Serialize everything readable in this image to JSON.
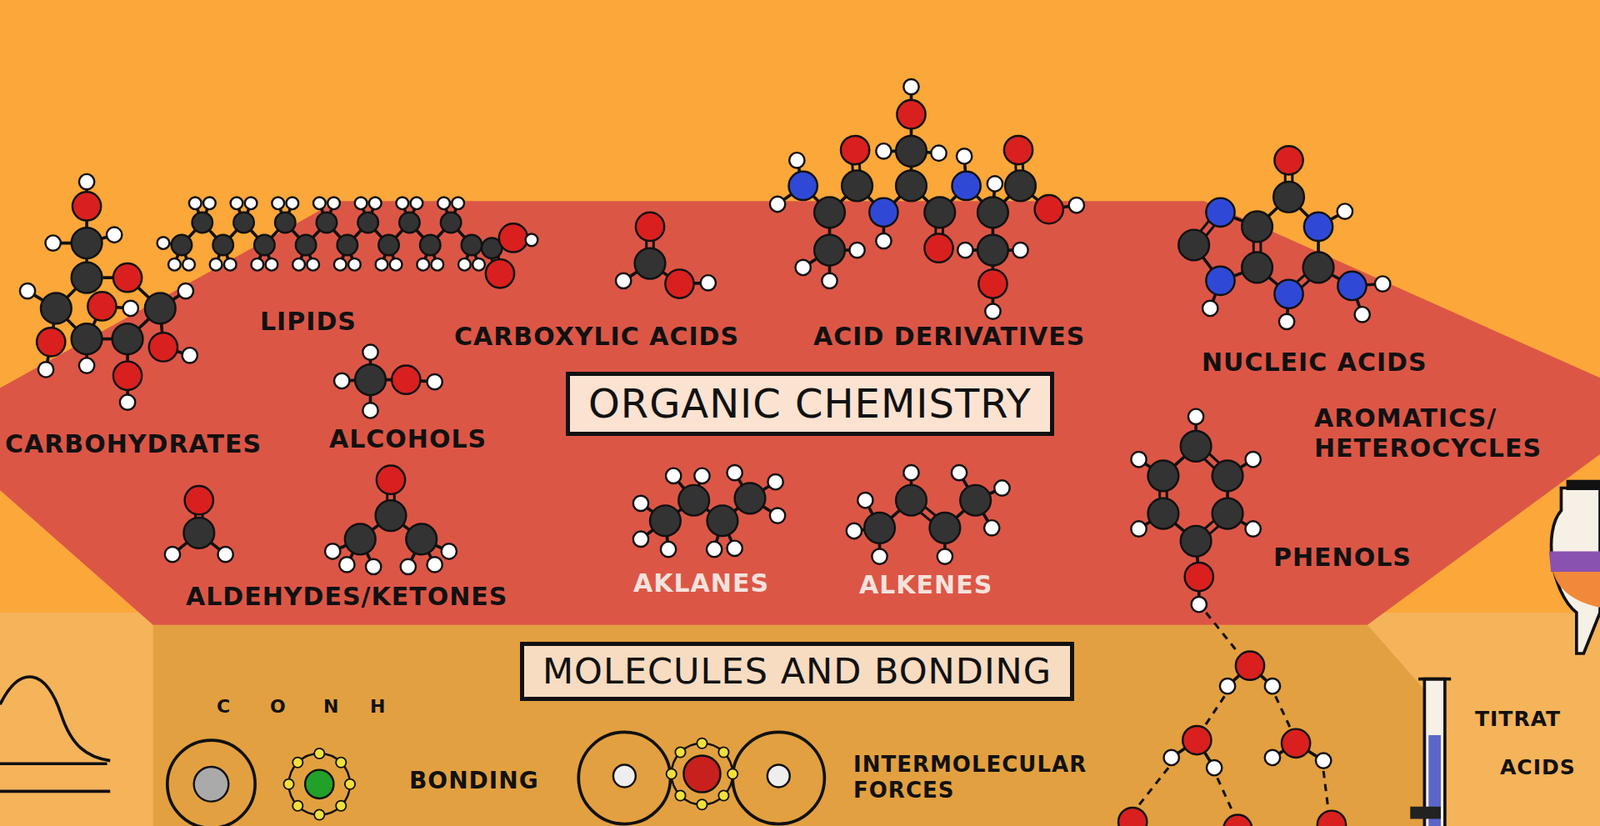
{
  "diagram": {
    "nodes": [
      {
        "text": [
          "ORGANIC CHEMISTRY"
        ]
      },
      {
        "text": [
          "MOLECULES AND BONDING"
        ]
      }
    ],
    "labels": [
      "LIPIDS",
      "CARBOXYLIC ACIDS",
      "ACID DERIVATIVES",
      "NUCLEIC ACIDS",
      "CARBOHYDRATES",
      "ALCOHOLS",
      "AROMATICS/ HETEROCYCLES",
      "ALDEHYDES/KETONES",
      "AKLANES",
      "ALKENES",
      "PHENOLS",
      "C",
      "O",
      "N",
      "H",
      "BONDING",
      "INTERMOLECULAR FORCES",
      "TITRAT",
      "ACIDS"
    ]
  }
}
